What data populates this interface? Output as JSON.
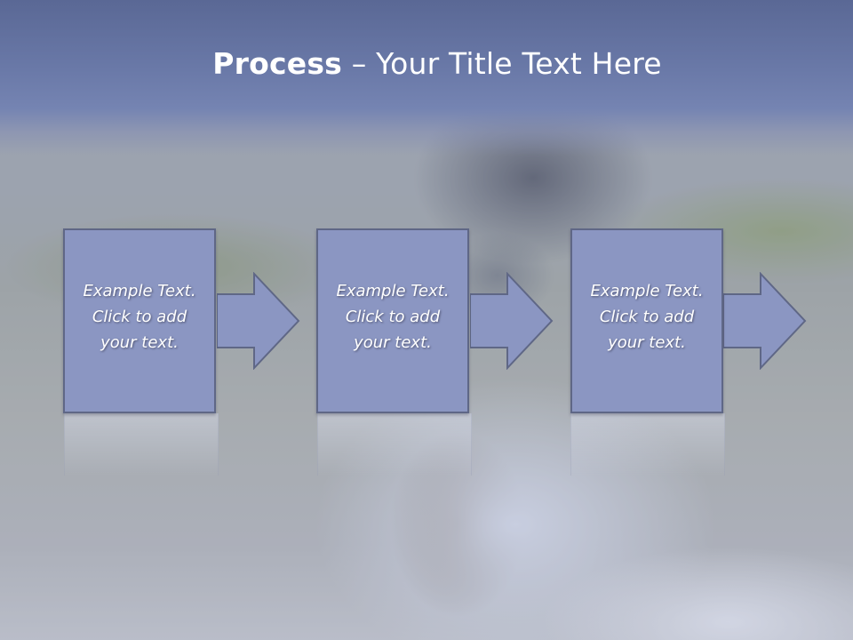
{
  "slide": {
    "title": {
      "bold": "Process",
      "rest": " – Your Title Text Here"
    },
    "steps": [
      {
        "text": "Example Text.\nClick  to add\nyour text."
      },
      {
        "text": "Example Text.\nClick  to add\nyour text."
      },
      {
        "text": "Example Text.\nClick  to add\nyour text."
      }
    ],
    "colors": {
      "title_band": "#6a79a8",
      "box_fill": "#8b96c2",
      "box_border": "#5f6786",
      "text": "#ffffff"
    },
    "icons": [
      "arrow-right-icon",
      "arrow-right-icon",
      "arrow-right-icon"
    ]
  }
}
